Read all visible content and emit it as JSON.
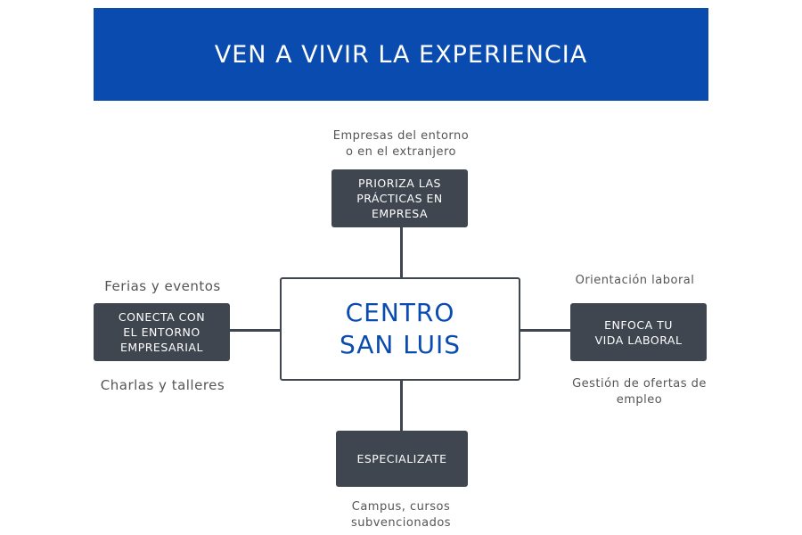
{
  "title": "VEN A VIVIR LA EXPERIENCIA",
  "center": "CENTRO\nSAN LUIS",
  "top": {
    "label": "PRIORIZA LAS\nPRÁCTICAS EN\nEMPRESA",
    "note": "Empresas del entorno\no en el extranjero"
  },
  "left": {
    "label": "CONECTA CON\nEL ENTORNO\nEMPRESARIAL",
    "note_above": "Ferias y eventos",
    "note_below": "Charlas y talleres"
  },
  "right": {
    "label": "ENFOCA TU\nVIDA LABORAL",
    "note_above": "Orientación laboral",
    "note_below": "Gestión de ofertas de\nempleo"
  },
  "bottom": {
    "label": "ESPECIALIZATE",
    "note": "Campus, cursos\nsubvencionados"
  }
}
